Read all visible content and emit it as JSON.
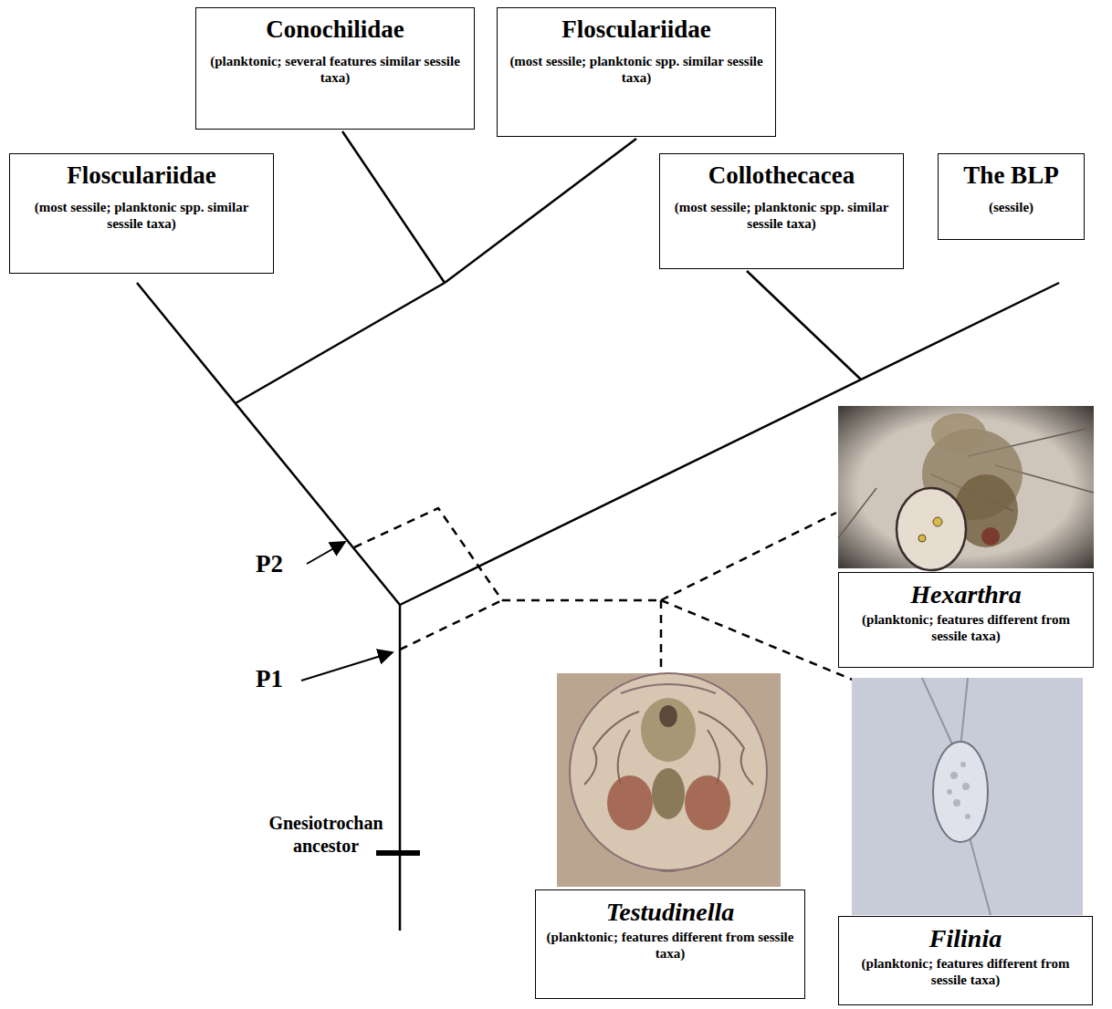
{
  "diagram": {
    "nodes": [
      {
        "text": [
          "Conochilidae",
          "(planktonic; several features similar sessile taxa)"
        ]
      },
      {
        "text": [
          "Flosculariidae",
          "(most sessile; planktonic spp. similar sessile taxa)"
        ]
      },
      {
        "text": [
          "Flosculariidae",
          "(most sessile; planktonic spp. similar sessile taxa)"
        ]
      },
      {
        "text": [
          "Collothecacea",
          "(most sessile; planktonic spp. similar sessile taxa)"
        ]
      },
      {
        "text": [
          "The BLP",
          "(sessile)"
        ]
      },
      {
        "text": [
          "Hexarthra",
          "(planktonic; features different from sessile taxa)"
        ]
      },
      {
        "text": [
          "Testudinella",
          "(planktonic; features different from sessile taxa)"
        ]
      },
      {
        "text": [
          "Filinia",
          "(planktonic; features different from sessile taxa)"
        ]
      }
    ],
    "labels": [
      "P2",
      "P1",
      "Gnesiotrochan ancestor"
    ]
  }
}
